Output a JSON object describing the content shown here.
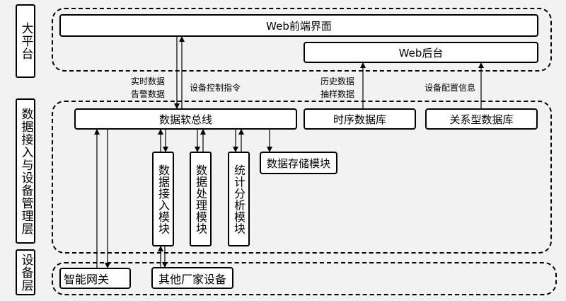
{
  "layers": {
    "platform": "大平台",
    "access": "数据接入与设备管理层",
    "device": "设备层"
  },
  "boxes": {
    "web_frontend": "Web前端界面",
    "web_backend": "Web后台",
    "data_bus": "数据软总线",
    "tsdb": "时序数据库",
    "rdb": "关系型数据库",
    "storage_module": "数据存储模块",
    "access_module": "数据接入模块",
    "processing_module": "数据处理模块",
    "analysis_module": "统计分析模块",
    "gateway": "智能网关",
    "other_devices": "其他厂家设备"
  },
  "notes": {
    "realtime_1": "实时数据",
    "realtime_2": "告警数据",
    "control": "设备控制指令",
    "history_1": "历史数据",
    "history_2": "抽样数据",
    "config": "设备配置信息"
  }
}
